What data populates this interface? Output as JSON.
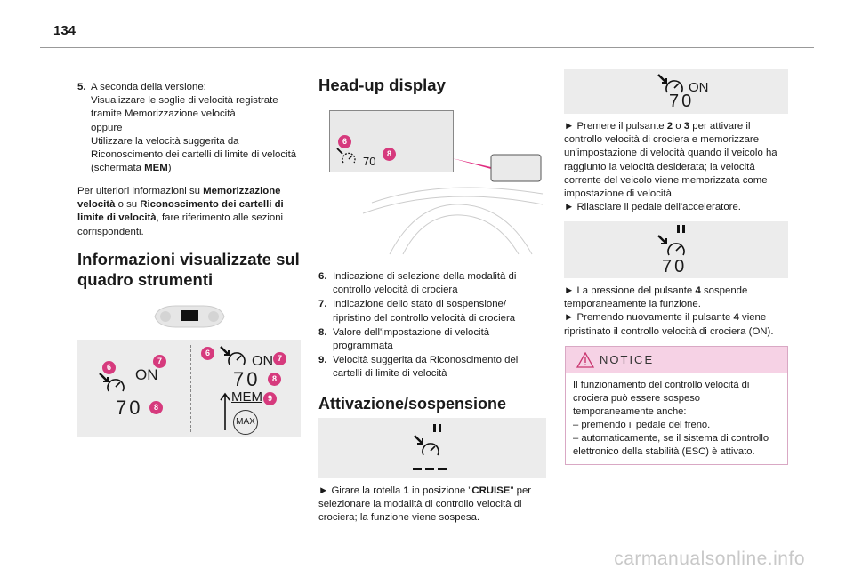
{
  "page": {
    "number": "134"
  },
  "col1": {
    "item5_number": "5.",
    "item5_lines": [
      "A seconda della versione:",
      "Visualizzare le soglie di velocità registrate",
      "tramite Memorizzazione velocità",
      "oppure",
      "Utilizzare la velocità suggerita da",
      "Riconoscimento dei cartelli di limite di velocità"
    ],
    "item5_last_pre": "(schermata ",
    "item5_last_bold": "MEM",
    "item5_last_post": ")",
    "para_pre": "Per ulteriori informazioni su ",
    "para_bold1": "Memorizzazione velocità",
    "para_mid": " o su ",
    "para_bold2": "Riconoscimento dei cartelli di limite di velocità",
    "para_post": ", fare riferimento alle sezioni corrispondenti.",
    "heading_line1": "Informazioni visualizzate sul",
    "heading_line2": "quadro strumenti",
    "fig": {
      "left_on": "ON",
      "left_speed": "70",
      "right_on": "ON",
      "right_speed": "70",
      "mem": "MEM",
      "max": "MAX",
      "badges_left": [
        "6",
        "7",
        "8"
      ],
      "badges_right": [
        "6",
        "7",
        "8",
        "9"
      ]
    }
  },
  "col2": {
    "heading": "Head-up display",
    "hud": {
      "speed": "70",
      "badges": [
        "6",
        "8"
      ]
    },
    "list": [
      {
        "n": "6.",
        "text": "Indicazione di selezione della modalità di controllo velocità di crociera"
      },
      {
        "n": "7.",
        "text": "Indicazione dello stato di sospensione/ ripristino del controllo velocità di crociera"
      },
      {
        "n": "8.",
        "text": "Valore dell'impostazione di velocità programmata"
      },
      {
        "n": "9.",
        "text": "Velocità suggerita da Riconoscimento dei cartelli di limite di velocità"
      }
    ],
    "heading2": "Attivazione/sospensione",
    "instr_arrow": "►",
    "instr_pre": " Girare la rotella ",
    "instr_b1": "1",
    "instr_mid": " in posizione \"",
    "instr_b2": "CRUISE",
    "instr_post": "\" per selezionare la modalità di controllo velocità di crociera; la funzione viene sospesa."
  },
  "col3": {
    "fig1": {
      "on": "ON",
      "speed": "70"
    },
    "step1_arrow": "►",
    "step1_pre": " Premere il pulsante ",
    "step1_b1": "2",
    "step1_mid": " o ",
    "step1_b2": "3",
    "step1_post": " per attivare il controllo velocità di crociera e memorizzare un'impostazione di velocità quando il veicolo ha raggiunto la velocità desiderata; la velocità corrente del veicolo viene memorizzata come impostazione di velocità.",
    "step2_arrow": "►",
    "step2_text": " Rilasciare il pedale dell'acceleratore.",
    "fig2": {
      "speed": "70"
    },
    "step3_arrow": "►",
    "step3_pre": " La pressione del pulsante ",
    "step3_b": "4",
    "step3_post": " sospende temporaneamente la funzione.",
    "step4_arrow": "►",
    "step4_pre": " Premendo nuovamente il pulsante ",
    "step4_b": "4",
    "step4_post": " viene ripristinato il controllo velocità di crociera (ON).",
    "notice": {
      "title": "NOTICE",
      "lines": [
        "Il funzionamento del controllo velocità di",
        "crociera può essere sospeso",
        "temporaneamente anche:",
        "– premendo il pedale del freno.",
        "– automaticamente, se il sistema di controllo",
        "elettronico della stabilità (ESC) è attivato."
      ]
    }
  },
  "watermark": "carmanualsonline.info",
  "colors": {
    "badge": "#d63a7d",
    "panel": "#ececec",
    "notice_head": "#f6d2e5",
    "hud_beam": "#e02b7f"
  }
}
